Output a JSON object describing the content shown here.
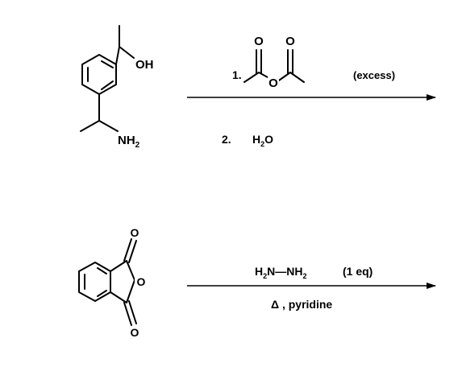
{
  "reaction1": {
    "reactant": {
      "oh_label": "OH",
      "nh2_label": "NH",
      "nh2_sub": "2"
    },
    "step1_number": "1.",
    "reagent": {
      "o_top_left": "O",
      "o_top_right": "O",
      "o_bridge": "O"
    },
    "excess_label": "(excess)",
    "step2_number": "2.",
    "step2_reagent": "H",
    "step2_sub": "2",
    "step2_rest": "O"
  },
  "reaction2": {
    "reactant": {
      "o_top": "O",
      "o_ring": "O",
      "o_bottom": "O"
    },
    "reagent_left": "H",
    "reagent_left_sub": "2",
    "reagent_mid": "N—NH",
    "reagent_mid_sub": "2",
    "reagent_eq": "(1 eq)",
    "conditions": "Δ , pyridine"
  }
}
